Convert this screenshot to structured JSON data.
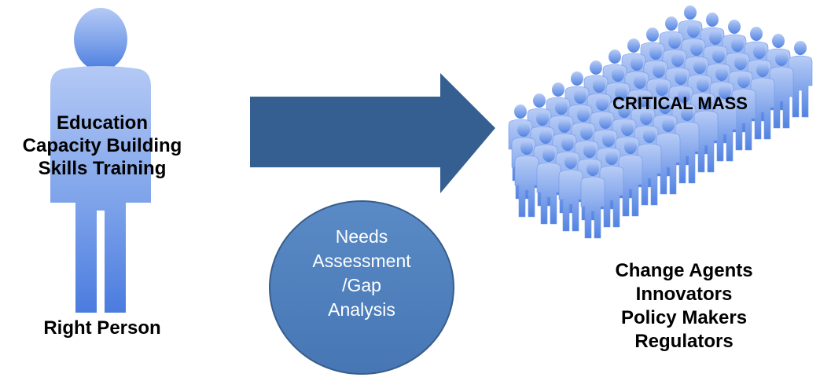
{
  "left": {
    "lines": [
      "Education",
      "Capacity Building",
      "Skills Training"
    ],
    "caption": "Right Person"
  },
  "center": {
    "circle_lines": [
      "Needs",
      "Assessment",
      "/Gap",
      "Analysis"
    ]
  },
  "right": {
    "crowd_label": "CRITICAL MASS",
    "roles": [
      "Change Agents",
      "Innovators",
      "Policy Makers",
      "Regulators"
    ]
  },
  "colors": {
    "person_light": "#b3c8f5",
    "person_dark": "#4d7ee0",
    "arrow": "#355f91",
    "circle_fill": "#4f81bd",
    "circle_stroke": "#385d8a",
    "text": "#000000"
  }
}
